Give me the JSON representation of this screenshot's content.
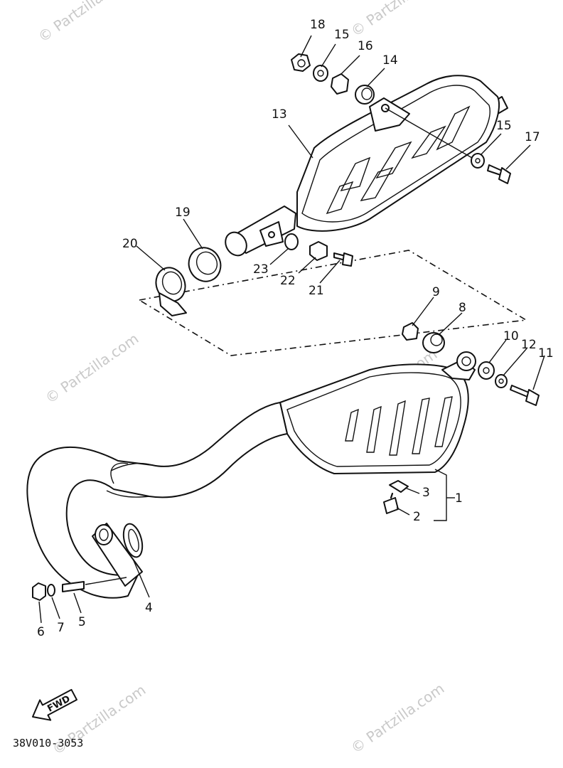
{
  "watermark": "© Partzilla.com",
  "diagram_code": "38V010-3053",
  "fwd_label": "FWD",
  "callouts": {
    "p1": "1",
    "p2": "2",
    "p3": "3",
    "p4": "4",
    "p5": "5",
    "p6": "6",
    "p7": "7",
    "p8": "8",
    "p9": "9",
    "p10": "10",
    "p11": "11",
    "p12": "12",
    "p13": "13",
    "p14": "14",
    "p15a": "15",
    "p15b": "15",
    "p16": "16",
    "p17": "17",
    "p18": "18",
    "p19": "19",
    "p20": "20",
    "p21": "21",
    "p22": "22",
    "p23": "23"
  }
}
